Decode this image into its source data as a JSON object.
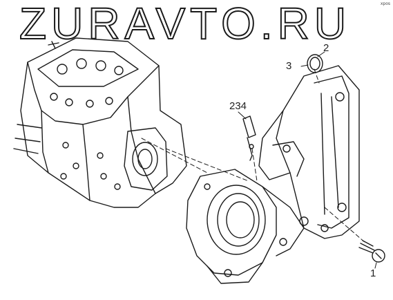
{
  "watermark": {
    "text": "ZURAVTO.RU"
  },
  "corner_mark": "xpos",
  "callouts": [
    {
      "id": "c1",
      "text": "1"
    },
    {
      "id": "c2",
      "text": "2"
    },
    {
      "id": "c3",
      "text": "3"
    },
    {
      "id": "c234",
      "text": "234"
    }
  ],
  "colors": {
    "line": "#1a1a1a",
    "background": "#ffffff"
  }
}
